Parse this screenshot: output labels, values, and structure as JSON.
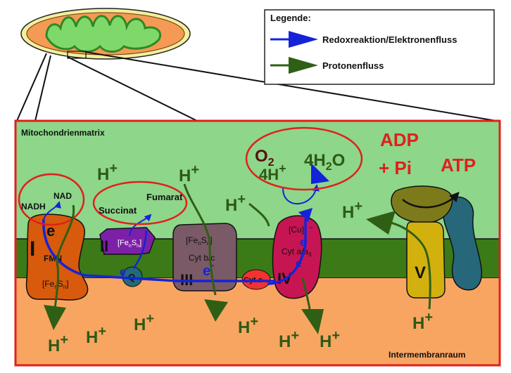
{
  "legend": {
    "title": "Legende:",
    "redox": "Redoxreaktion/Elektronenfluss",
    "proton": "Protonenfluss"
  },
  "regions": {
    "matrix": "Mitochondrienmatrix",
    "intermembrane": "Intermembranraum"
  },
  "complexes": {
    "c1": {
      "numeral": "I",
      "fmn": "FMN",
      "fes": "[Fe",
      "fes_sub": "n",
      "fes_mid": "S",
      "fes_end": "]"
    },
    "c2": {
      "numeral": "II",
      "fes": "[Fe",
      "fes_sub": "n",
      "fes_mid": "S",
      "fes_end": "]"
    },
    "c3": {
      "numeral": "III",
      "fes": "[Fe",
      "fes_sub": "n",
      "fes_mid": "S",
      "fes_end": "]",
      "cyt": "Cyt b/c"
    },
    "c4": {
      "numeral": "IV",
      "cu": "[Cu]",
      "cyt": "Cyt a/a",
      "cyt_sub": "3"
    },
    "c5": {
      "numeral": "V"
    }
  },
  "carriers": {
    "q": "Q",
    "cytc": "Cyt c"
  },
  "metabolites": {
    "nadh": "NADH",
    "nad": "NAD",
    "succinat": "Succinat",
    "fumarat": "Fumarat",
    "o2": "O",
    "o2_sub": "2",
    "h4": "4H",
    "h4_sup": "+",
    "h2o_pre": "4H",
    "h2o_sub": "2",
    "h2o_post": "O",
    "adp": "ADP",
    "pi": "+ Pi",
    "atp": "ATP"
  },
  "electron": {
    "e": "e",
    "minus": "-"
  },
  "proton": {
    "h": "H",
    "plus": "+"
  },
  "colors": {
    "matrix": "#8dd68a",
    "membrane": "#3b7a17",
    "intermembrane": "#f9a562",
    "frame": "#e0201c",
    "redox": "#1523d8",
    "proton_arrow": "#2f5f14",
    "proton_text": "#2e5a16",
    "c1": "#d85a0c",
    "c2": "#7d20a8",
    "c3": "#7a5a66",
    "c4": "#c71553",
    "c5_yellow": "#d2b10e",
    "c5_olive": "#7d7a1c",
    "c5_teal": "#26677a",
    "cytc": "#f23232",
    "q": "#23697c"
  }
}
